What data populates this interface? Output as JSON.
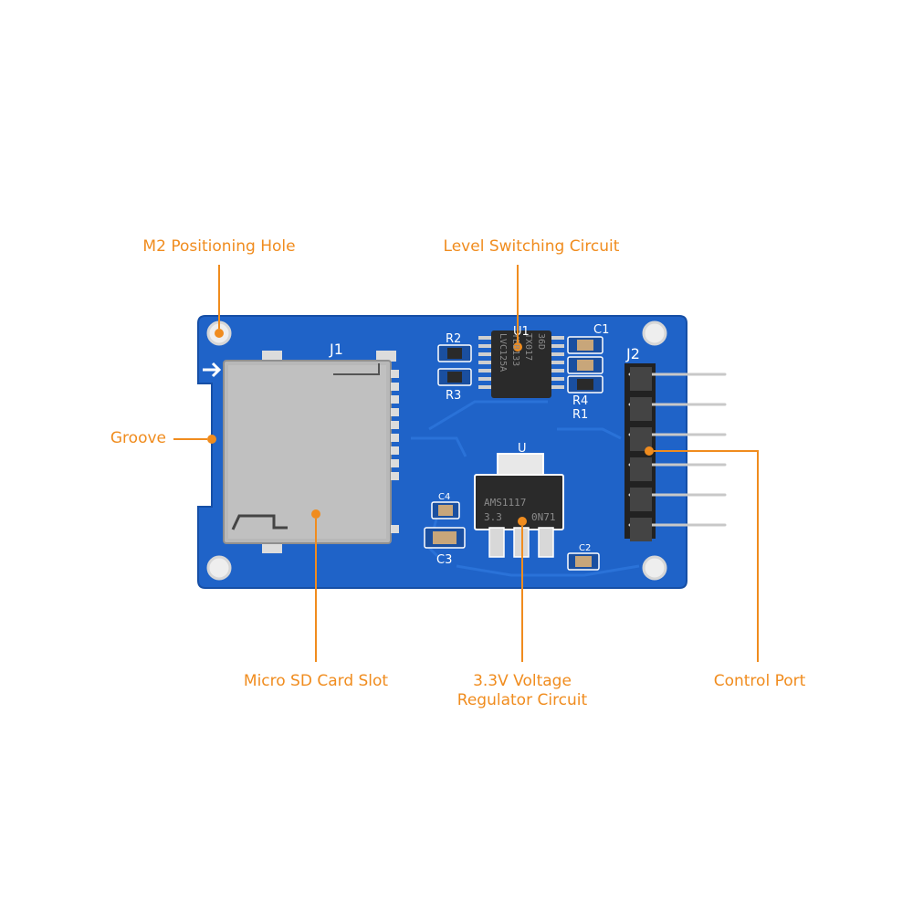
{
  "callouts": {
    "m2_hole": "M2 Positioning Hole",
    "level_switching": "Level Switching Circuit",
    "groove": "Groove",
    "sd_slot": "Micro SD Card Slot",
    "regulator_line1": "3.3V Voltage",
    "regulator_line2": "Regulator Circuit",
    "control_port": "Control Port"
  },
  "silkscreen": {
    "j1": "J1",
    "j2": "J2",
    "u1": "U1",
    "u": "U",
    "r1": "R1",
    "r2": "R2",
    "r3": "R3",
    "r4": "R4",
    "c1": "C1",
    "c2": "C2",
    "c3": "C3",
    "c4": "C4"
  },
  "chips": {
    "u1_line1": "LVC125A",
    "u1_line2": "YEB133",
    "u1_line3": "TX017",
    "u1_line4": "36D",
    "u_line1": "AMS1117",
    "u_line2": "3.3",
    "u_line3": "0N71"
  },
  "colors": {
    "accent": "#f08c1e",
    "pcb": "#1f63c8",
    "pcb_edge": "#164fa6",
    "slot_metal": "#b8b8b8",
    "header": "#222222",
    "pins": "#c8c8c8"
  }
}
